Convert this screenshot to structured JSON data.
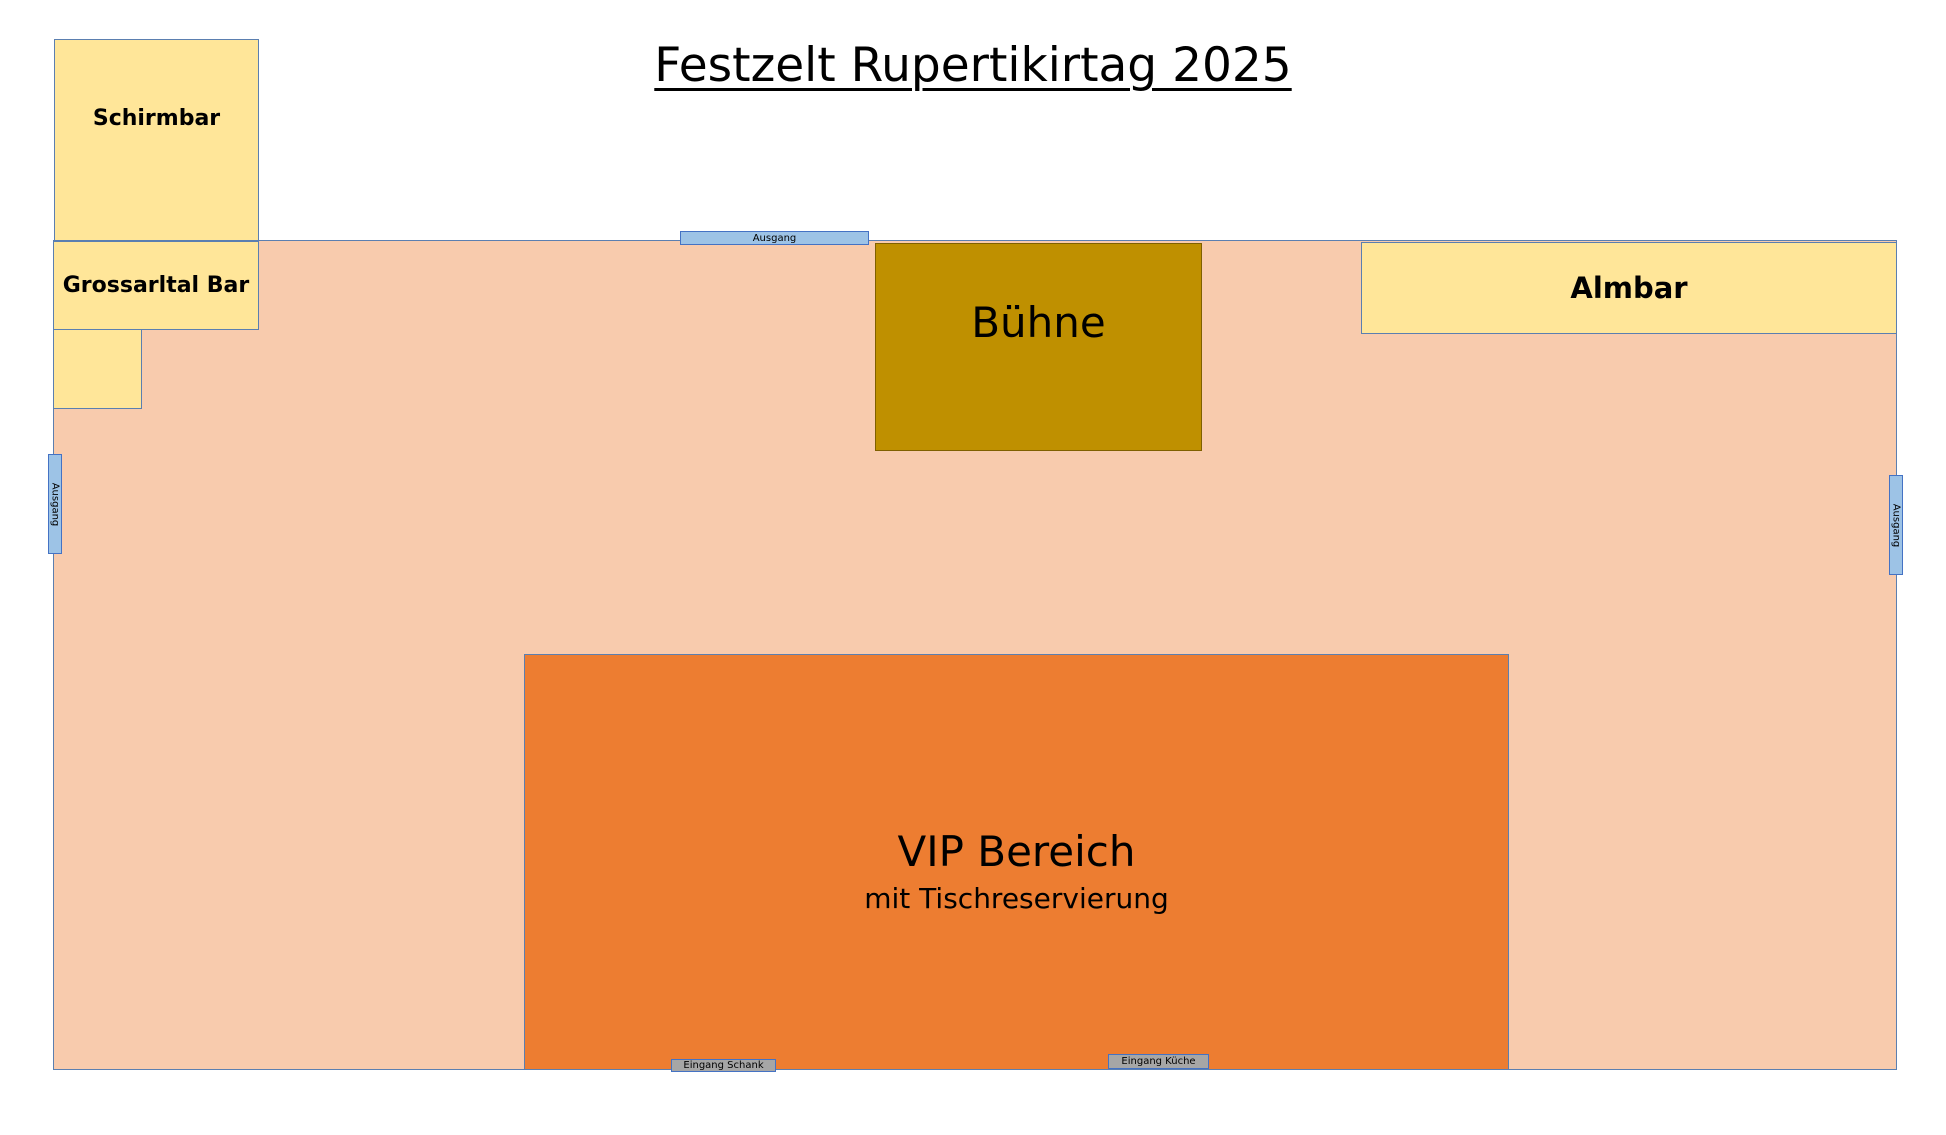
{
  "title": "Festzelt Rupertikirtag 2025",
  "zones": {
    "schirmbar": "Schirmbar",
    "grossarltal_bar": "Grossarltal Bar",
    "almbar": "Almbar",
    "stage": "Bühne",
    "vip_title": "VIP Bereich",
    "vip_subtitle": "mit Tischreservierung"
  },
  "exits": {
    "top": "Ausgang",
    "left": "Ausgang",
    "right": "Ausgang"
  },
  "entrances": {
    "schank": "Eingang Schank",
    "kueche": "Eingang Küche"
  },
  "colors": {
    "tent_floor": "#f8cbad",
    "bar": "#ffe699",
    "stage": "#bf9000",
    "vip": "#ed7d31",
    "exit": "#9dc3e6",
    "entrance": "#a6a6a6"
  }
}
